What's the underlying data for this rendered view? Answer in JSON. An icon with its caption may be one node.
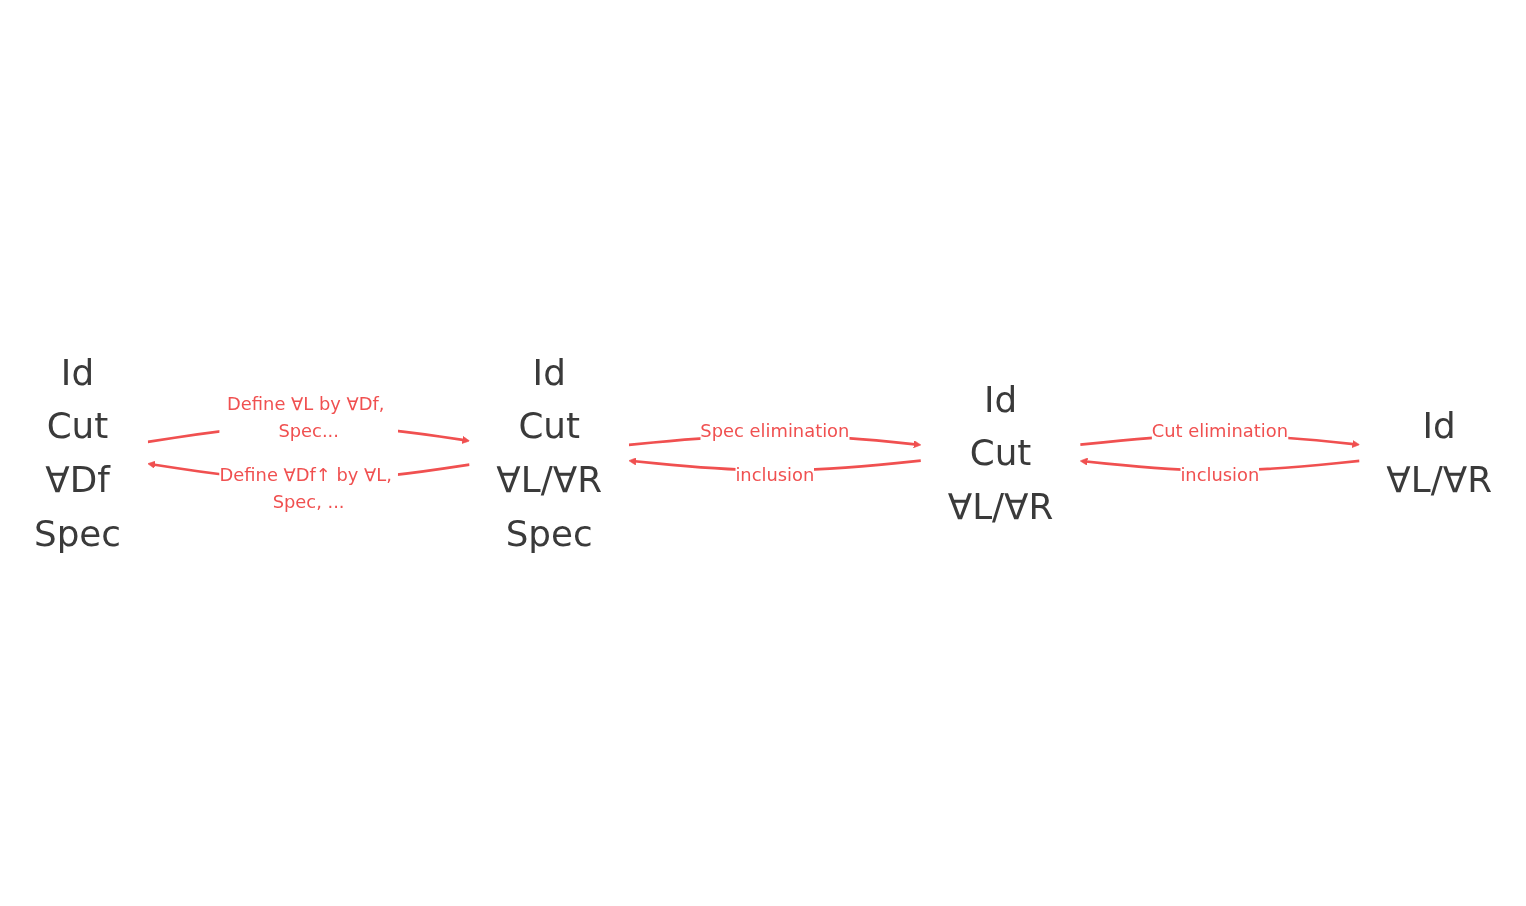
{
  "diagram": {
    "nodes": [
      {
        "text": [
          "Id",
          "Cut",
          "∀Df",
          "Spec"
        ]
      },
      {
        "text": [
          "Id",
          "Cut",
          "∀L/∀R",
          "Spec"
        ]
      },
      {
        "text": [
          "Id",
          "Cut",
          "∀L/∀R"
        ]
      },
      {
        "text": [
          "Id",
          "∀L/∀R"
        ]
      }
    ],
    "edges": [
      {
        "from": 0,
        "to": 1,
        "arrow": "to",
        "label": "Define ∀L by ∀Df, Spec..."
      },
      {
        "from": 1,
        "to": 2,
        "arrow": "to",
        "label": "Spec elimination"
      },
      {
        "from": 2,
        "to": 3,
        "arrow": "to",
        "label": "Cut elimination"
      },
      {
        "from": 1,
        "to": 0,
        "arrow": "to",
        "label": "Define ∀Df↑ by ∀L, Spec, ..."
      },
      {
        "from": 2,
        "to": 1,
        "arrow": "to",
        "label": "inclusion"
      },
      {
        "from": 3,
        "to": 2,
        "arrow": "to",
        "label": "inclusion"
      }
    ]
  }
}
